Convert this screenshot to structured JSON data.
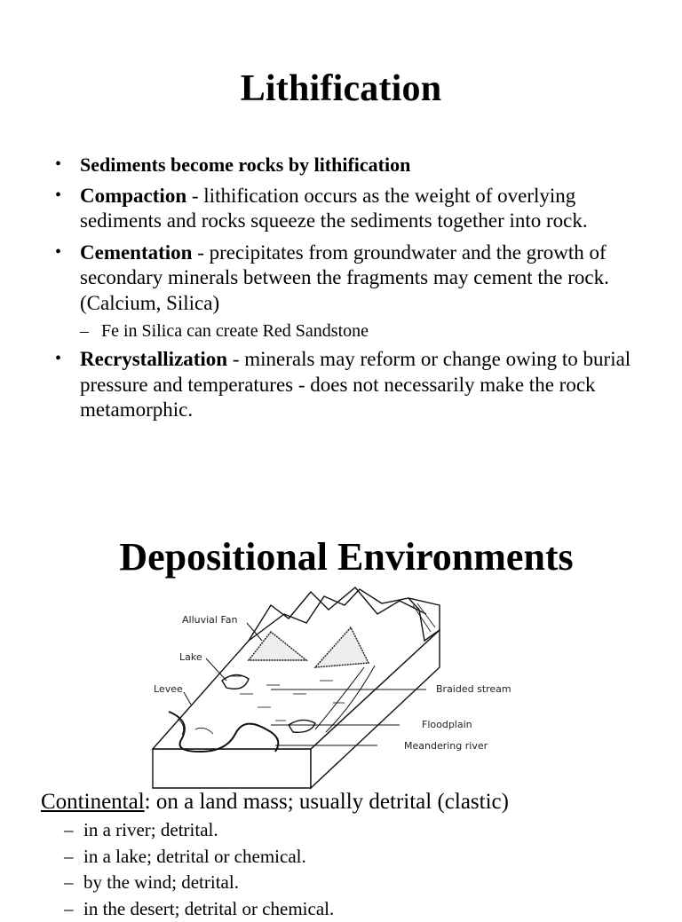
{
  "slide1": {
    "title": "Lithification",
    "bullets": [
      {
        "bold": "Sediments become rocks by lithification",
        "text": ""
      },
      {
        "bold": "Compaction",
        "text": " - lithification occurs as the weight of overlying sediments and rocks squeeze the sediments together into rock."
      },
      {
        "bold": "Cementation",
        "text": " - precipitates from groundwater and the growth of secondary minerals between the fragments may cement the rock. (Calcium, Silica)"
      },
      {
        "bold": "Recrystallization",
        "text": " - minerals may reform or change owing to burial pressure and temperatures - does not necessarily make the rock metamorphic."
      }
    ],
    "sub_bullet": "Fe in Silica can create Red Sandstone",
    "bullet_glyph": "•",
    "dash_glyph": "–"
  },
  "slide2": {
    "title": "Depositional Environments",
    "diagram": {
      "labels": {
        "alluvial_fan": "Alluvial Fan",
        "lake": "Lake",
        "levee": "Levee",
        "braided_stream": "Braided stream",
        "floodplain": "Floodplain",
        "meandering_river": "Meandering river"
      }
    },
    "continental": {
      "term": "Continental",
      "definition": ": on a land mass; usually detrital (clastic)",
      "items": [
        "in a river; detrital.",
        "in a lake; detrital or chemical.",
        "by the wind; detrital.",
        "in the desert; detrital or chemical."
      ]
    }
  }
}
